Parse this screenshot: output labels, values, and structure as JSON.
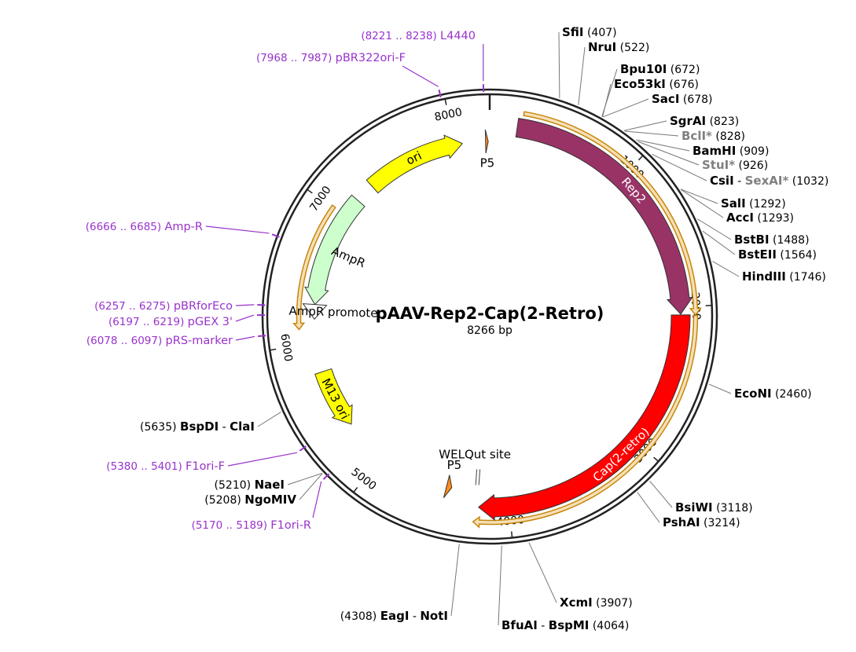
{
  "plasmid": {
    "name": "pAAV-Rep2-Cap(2-Retro)",
    "size_label": "8266 bp",
    "length": 8266
  },
  "ticks": [
    "1000",
    "2000",
    "3000",
    "4000",
    "5000",
    "6000",
    "7000",
    "8000"
  ],
  "features": [
    {
      "name": "ori",
      "start": 7300,
      "end": 8060,
      "color": "#ffff00",
      "ring": "inner",
      "dir": "cw"
    },
    {
      "name": "P5",
      "start": 8235,
      "end": 8255,
      "color": "#ff8c1a",
      "ring": "inner",
      "dir": "cw"
    },
    {
      "name": "Rep2",
      "start": 190,
      "end": 2050,
      "color": "#993366",
      "ring": "mid",
      "dir": "cw"
    },
    {
      "name": "Cap(2-retro)",
      "start": 2055,
      "end": 4210,
      "color": "#ff0000",
      "ring": "mid",
      "dir": "cw"
    },
    {
      "name": "P5",
      "start": 4420,
      "end": 4460,
      "color": "#ff8c1a",
      "ring": "inner",
      "dir": "ccw"
    },
    {
      "name": "M13 ori",
      "start": 5330,
      "end": 5780,
      "color": "#ffff00",
      "ring": "inner",
      "dir": "ccw"
    },
    {
      "name": "AmpR",
      "start": 6290,
      "end": 7150,
      "color": "#ccffcc",
      "ring": "inner",
      "dir": "ccw"
    },
    {
      "name": "AmpR promoter",
      "start": 6180,
      "end": 6290,
      "color": "#ffffff",
      "ring": "inner",
      "dir": "ccw"
    },
    {
      "name": "WELQut site",
      "start": 4230,
      "end": 4240,
      "color": "#000000",
      "ring": "inner",
      "dir": "none"
    }
  ],
  "sites": [
    {
      "name": "SfiI",
      "pos": "(407)",
      "bp": 407,
      "gray": false
    },
    {
      "name": "NruI",
      "pos": "(522)",
      "bp": 522,
      "gray": false
    },
    {
      "name": "Bpu10I",
      "pos": "(672)",
      "bp": 672,
      "gray": false
    },
    {
      "name": "Eco53kI",
      "pos": "(676)",
      "bp": 676,
      "gray": false
    },
    {
      "name": "SacI",
      "pos": "(678)",
      "bp": 678,
      "gray": false
    },
    {
      "name": "SgrAI",
      "pos": "(823)",
      "bp": 823,
      "gray": false
    },
    {
      "name": "BclI*",
      "pos": "(828)",
      "bp": 828,
      "gray": true
    },
    {
      "name": "BamHI",
      "pos": "(909)",
      "bp": 909,
      "gray": false
    },
    {
      "name": "StuI*",
      "pos": "(926)",
      "bp": 926,
      "gray": true
    },
    {
      "name": "CsiI",
      "name2": "SexAI*",
      "pos": "(1032)",
      "bp": 1032,
      "gray": false,
      "gray2": true
    },
    {
      "name": "SalI",
      "pos": "(1292)",
      "bp": 1292,
      "gray": false
    },
    {
      "name": "AccI",
      "pos": "(1293)",
      "bp": 1293,
      "gray": false
    },
    {
      "name": "BstBI",
      "pos": "(1488)",
      "bp": 1488,
      "gray": false
    },
    {
      "name": "BstEII",
      "pos": "(1564)",
      "bp": 1564,
      "gray": false
    },
    {
      "name": "HindIII",
      "pos": "(1746)",
      "bp": 1746,
      "gray": false
    },
    {
      "name": "EcoNI",
      "pos": "(2460)",
      "bp": 2460,
      "gray": false
    },
    {
      "name": "BsiWI",
      "pos": "(3118)",
      "bp": 3118,
      "gray": false
    },
    {
      "name": "PshAI",
      "pos": "(3214)",
      "bp": 3214,
      "gray": false
    },
    {
      "name": "XcmI",
      "pos": "(3907)",
      "bp": 3907,
      "gray": false
    },
    {
      "name": "BfuAI",
      "name2": "BspMI",
      "pos": "(4064)",
      "bp": 4064,
      "gray": false,
      "gray2": false
    },
    {
      "name": "EagI",
      "name2": "NotI",
      "pos": "(4308)",
      "bp": 4308,
      "gray": false,
      "gray2": false
    },
    {
      "name": "NgoMIV",
      "pos": "(5208)",
      "bp": 5208,
      "gray": false
    },
    {
      "name": "NaeI",
      "pos": "(5210)",
      "bp": 5210,
      "gray": false
    },
    {
      "name": "BspDI",
      "name2": "ClaI",
      "pos": "(5635)",
      "bp": 5635,
      "gray": false,
      "gray2": false
    }
  ],
  "primers": [
    {
      "name": "L4440",
      "range": "(8221 .. 8238)",
      "bp": 8230
    },
    {
      "name": "pBR322ori-F",
      "range": "(7968 .. 7987)",
      "bp": 7977
    },
    {
      "name": "Amp-R",
      "range": "(6666 .. 6685)",
      "bp": 6675
    },
    {
      "name": "pBRforEco",
      "range": "(6257 .. 6275)",
      "bp": 6266
    },
    {
      "name": "pGEX 3'",
      "range": "(6197 .. 6219)",
      "bp": 6208
    },
    {
      "name": "pRS-marker",
      "range": "(6078 .. 6097)",
      "bp": 6088
    },
    {
      "name": "F1ori-F",
      "range": "(5380 .. 5401)",
      "bp": 5390
    },
    {
      "name": "F1ori-R",
      "range": "(5170 .. 5189)",
      "bp": 5180
    }
  ],
  "colors": {
    "backbone": "#222222",
    "primer": "#9933cc",
    "rep2": "#993366",
    "cap": "#ff0000",
    "ori": "#ffff00",
    "promoter": "#ff8c1a",
    "ampr": "#ccffcc",
    "orf_outline": "#c8860a"
  }
}
